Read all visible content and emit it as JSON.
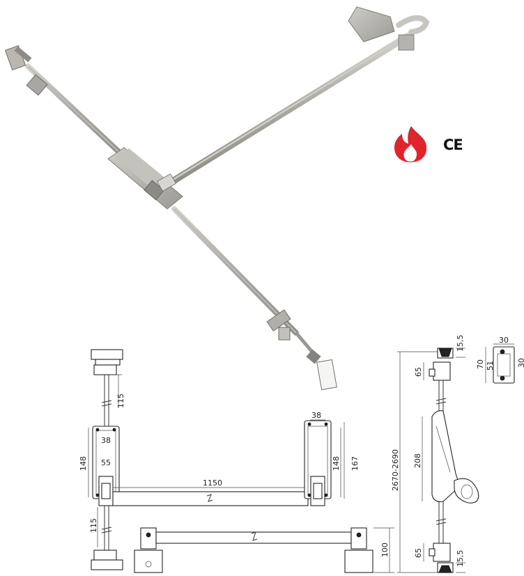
{
  "badges": {
    "fire_icon_color": "#e0242b",
    "ce_mark": "CE"
  },
  "dimensions": {
    "top_plate": "115",
    "case_width": "38",
    "case_height": "148",
    "case_inner": "55",
    "bar_length": "1150",
    "right_case_width": "38",
    "right_case_height": "148",
    "right_case_total": "167",
    "bottom_plate": "115",
    "floor_height": "100",
    "total_height": "2670-2690",
    "top_gap": "15,5",
    "top_keeper": "65",
    "handle_length": "208",
    "bottom_keeper": "65",
    "bottom_gap": "15,5",
    "strike_width": "30",
    "strike_height": "70",
    "strike_inner": "51",
    "strike_side": "30"
  }
}
